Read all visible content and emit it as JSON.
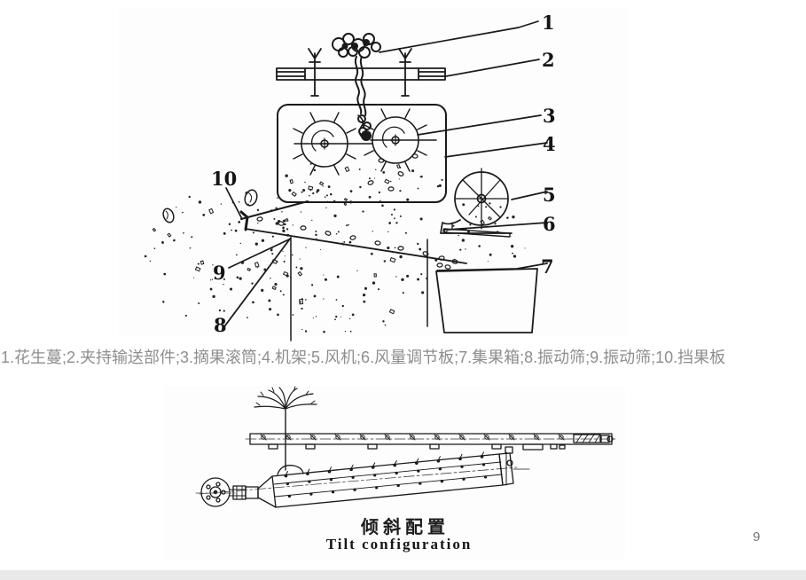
{
  "page": {
    "number": "9",
    "background": "#ffffff",
    "footer_bar_color": "#e9e9ea"
  },
  "figure1": {
    "caption": "1.花生蔓;2.夹持输送部件;3.摘果滚筒;4.机架;5.风机;6.风量调节板;7.集果箱;8.振动筛;9.振动筛;10.挡果板",
    "caption_color": "#8e8e8e",
    "part_labels": [
      "1",
      "2",
      "3",
      "4",
      "5",
      "6",
      "7",
      "8",
      "9",
      "10"
    ]
  },
  "figure2": {
    "title_cn": "倾斜配置",
    "title_en": "Tilt configuration"
  }
}
